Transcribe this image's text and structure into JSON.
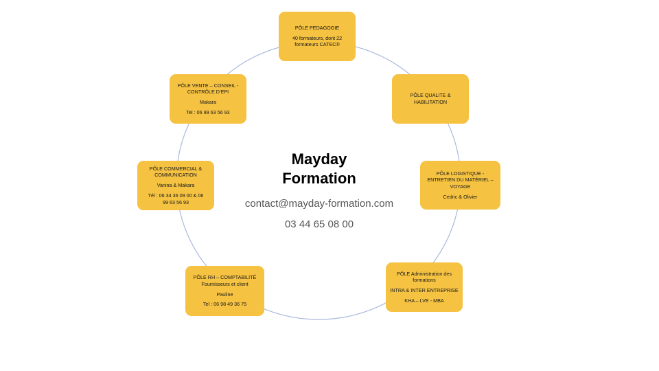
{
  "colors": {
    "box_fill": "#f5c242",
    "ring": "#a9b9dc",
    "center_text": "#555555"
  },
  "center": {
    "title_line1": "Mayday",
    "title_line2": "Formation",
    "contact": "contact@mayday-formation.com",
    "phone": "03 44 65 08 00"
  },
  "poles": {
    "pedagogie": {
      "title": "PÔLE PEDAGOGIE",
      "line1": "40 formateurs, dont 22",
      "line2": "formateurs CATEC®"
    },
    "qualite": {
      "line1": "PÔLE QUALITE &",
      "line2": "HABILITATION"
    },
    "logistique": {
      "line1": "PÔLE LOGISTIQUE -",
      "line2": "ENTRETIEN DU MATÉRIEL –",
      "line3": "VOYAGE",
      "line4": "Cedric & Olivier"
    },
    "administration": {
      "line1": "PÔLE Administration des",
      "line2": "formations",
      "line3": "INTRA & INTER ENTREPRISE",
      "line4": "KHA – LVE - MBA"
    },
    "rh": {
      "line1": "PÔLE RH – COMPTABILITÉ",
      "line2": "Fournisseurs et client",
      "line3": "Pauline",
      "line4": "Tel : 06 98 49 36 75"
    },
    "commercial": {
      "line1": "PÔLE COMMERCIAL &",
      "line2": "COMMUNICATION",
      "line3": "Vanina & Makara",
      "line4": "Tél : 06 34 36 09 00  & 06",
      "line5": "99 63 56 93"
    },
    "vente": {
      "line1": "PÔLE VENTE – CONSEIL -",
      "line2": "CONTRÔLE D’EPI",
      "line3": "Makara",
      "line4": "Tel : 06 99 63 56 93"
    }
  }
}
